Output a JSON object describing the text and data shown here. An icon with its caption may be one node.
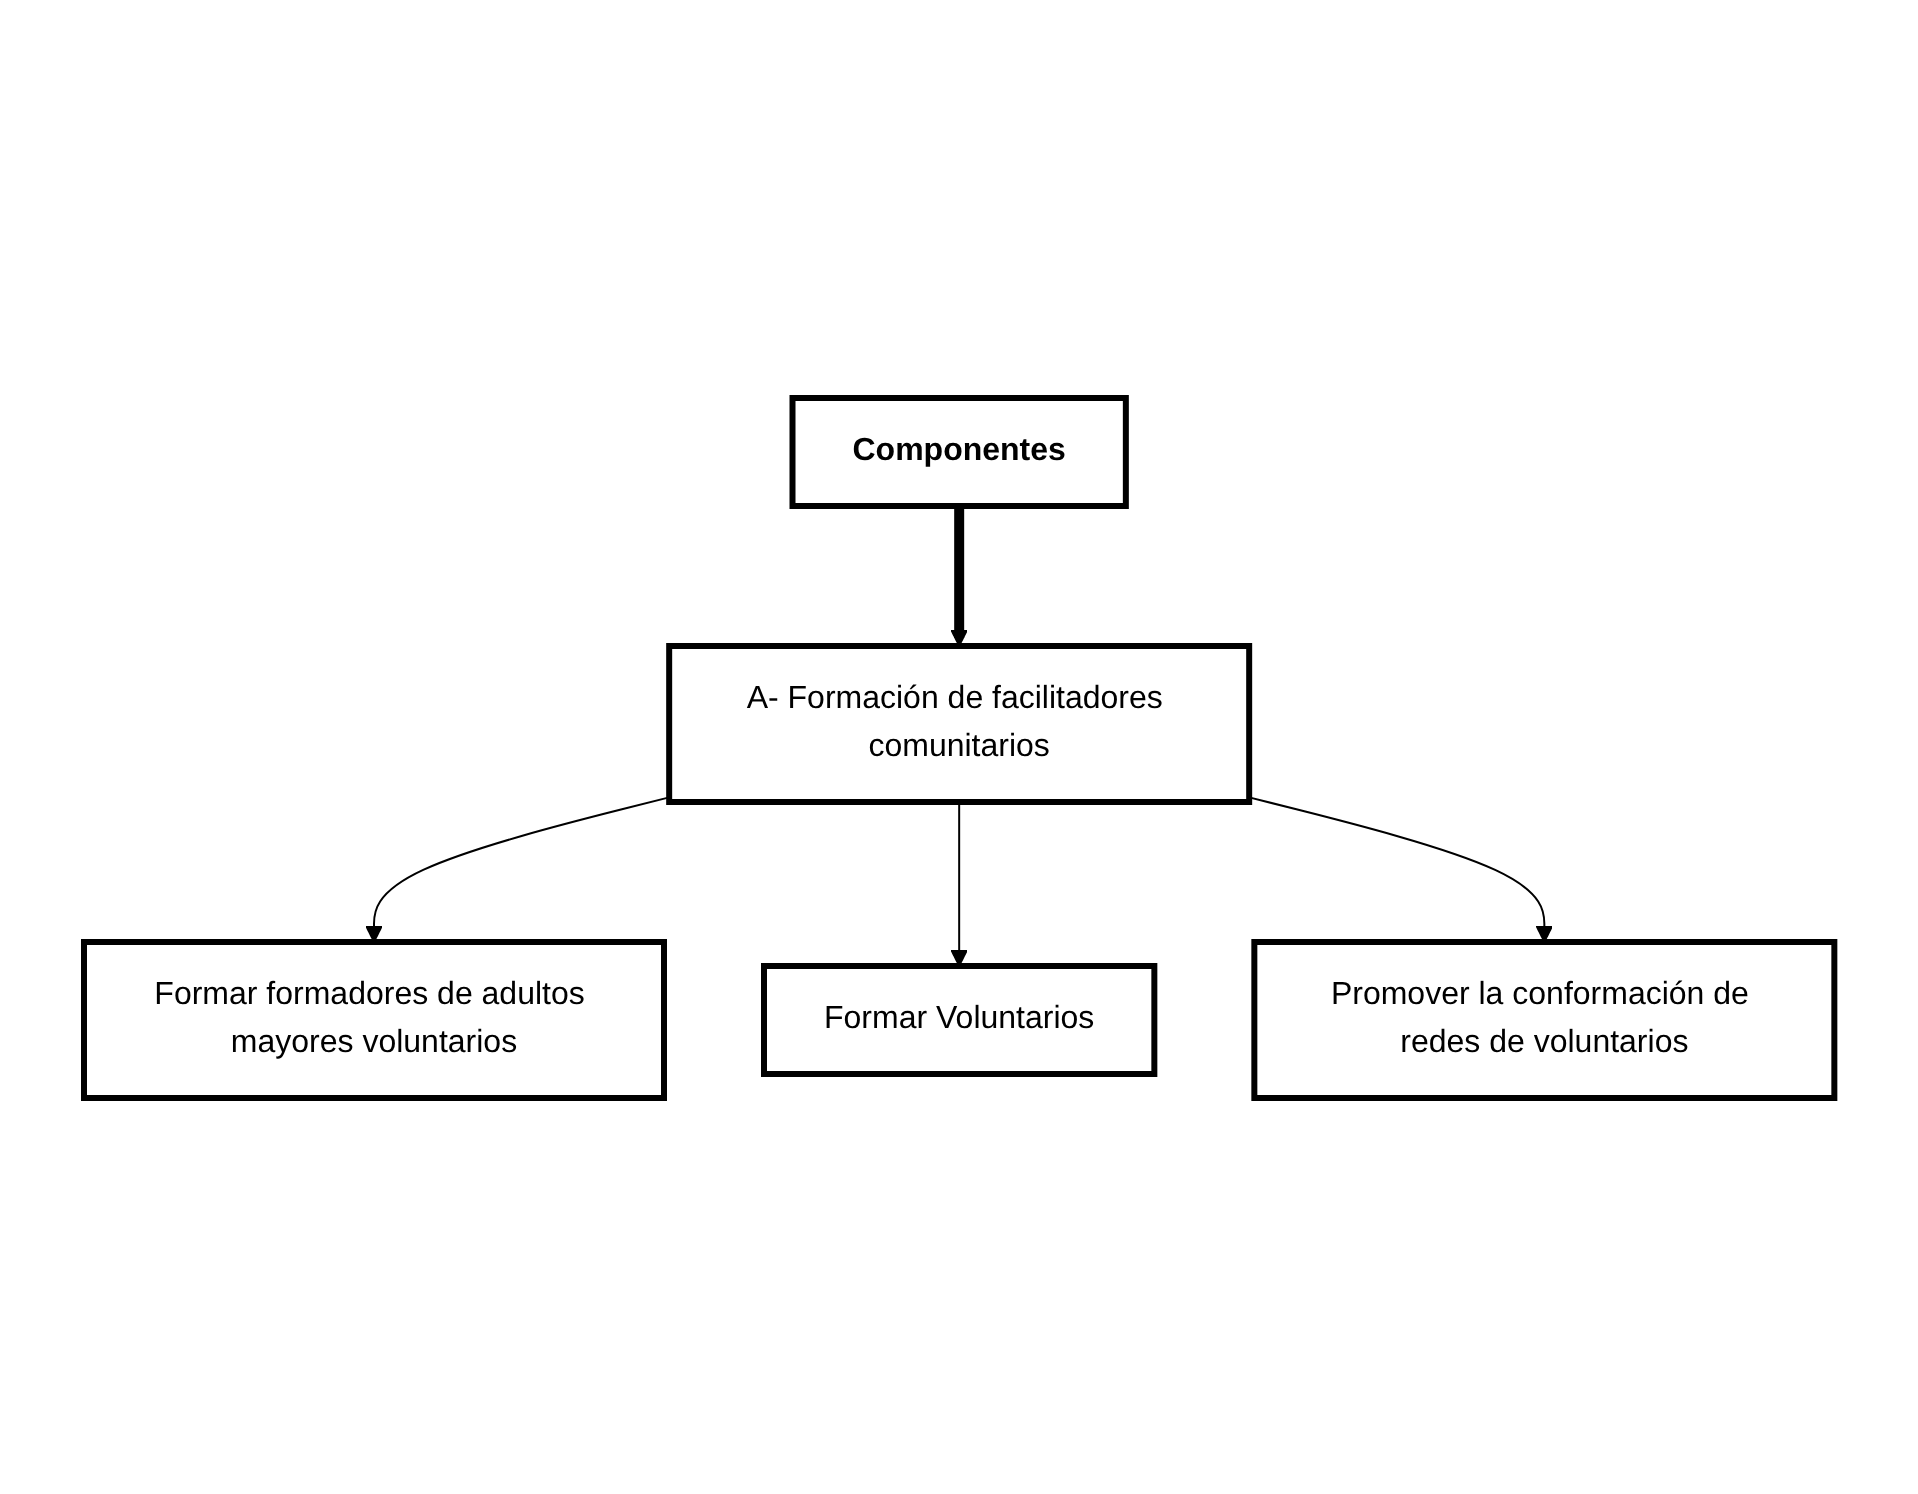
{
  "diagram": {
    "nodes": [
      {
        "text": [
          "Componentes"
        ]
      },
      {
        "text": [
          "A- Formación de facilitadores comunitarios"
        ]
      },
      {
        "text": [
          "Formar formadores de adultos mayores voluntarios"
        ]
      },
      {
        "text": [
          "Formar Voluntarios"
        ]
      },
      {
        "text": [
          "Promover la conformación de redes de voluntarios"
        ]
      }
    ],
    "edges": [
      {
        "from": 0,
        "to": 1,
        "arrow": "to",
        "style": "thick"
      },
      {
        "from": 1,
        "to": 2,
        "arrow": "to"
      },
      {
        "from": 1,
        "to": 3,
        "arrow": "to"
      },
      {
        "from": 1,
        "to": 4,
        "arrow": "to"
      }
    ]
  }
}
